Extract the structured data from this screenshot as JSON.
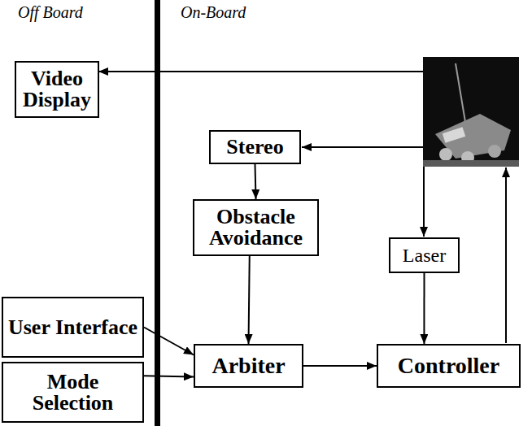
{
  "diagram": {
    "nodes": [
      {
        "text": [
          "Video Display"
        ]
      },
      {
        "text": [
          "Stereo"
        ]
      },
      {
        "text": [
          "Obstacle Avoidance"
        ]
      },
      {
        "text": [
          "Laser"
        ]
      },
      {
        "text": [
          "User Interface"
        ]
      },
      {
        "text": [
          "Arbiter"
        ]
      },
      {
        "text": [
          "Mode Selection"
        ]
      },
      {
        "text": [
          "Controller"
        ]
      }
    ],
    "edges": [
      {
        "from": 1,
        "to": 2,
        "arrow": "to"
      },
      {
        "from": 2,
        "to": 5,
        "arrow": "to"
      },
      {
        "from": 4,
        "to": 5,
        "arrow": "to"
      },
      {
        "from": 6,
        "to": 5,
        "arrow": "to"
      },
      {
        "from": 5,
        "to": 7,
        "arrow": "to"
      },
      {
        "from": 3,
        "to": 7,
        "arrow": "to"
      }
    ],
    "labels": [
      "Off Board",
      "On-Board"
    ]
  }
}
